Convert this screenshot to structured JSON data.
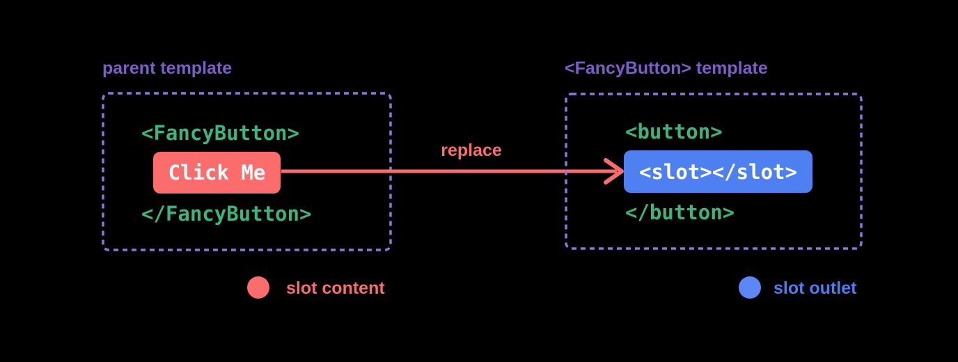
{
  "left_panel": {
    "title": "parent template",
    "code_open": "<FancyButton>",
    "button_label": "Click Me",
    "code_close": "</FancyButton>"
  },
  "arrow": {
    "label": "replace"
  },
  "right_panel": {
    "title": "<FancyButton> template",
    "code_open": "<button>",
    "slot_label": "<slot></slot>",
    "code_close": "</button>"
  },
  "legend": {
    "slot_content_label": "slot content",
    "slot_outlet_label": "slot outlet"
  },
  "colors": {
    "background": "#000000",
    "red": "#fb6c6c",
    "green": "#3cb47e",
    "purple_text": "#7e5dc8",
    "purple_border": "#8f76dc",
    "blue": "#4e80f2",
    "white": "#ffffff"
  }
}
